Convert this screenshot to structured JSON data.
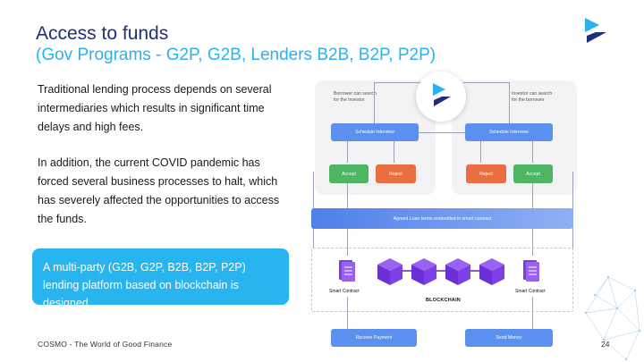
{
  "slide": {
    "title": "Access to funds",
    "subtitle": "(Gov Programs - G2P, G2B, Lenders B2B, B2P, P2P)",
    "paragraph1": "Traditional lending process depends on several intermediaries which results in significant time delays and high fees.",
    "paragraph2": "In addition, the current COVID pandemic has forced several business processes to halt, which has severely affected the opportunities to access the funds.",
    "callout": "A multi-party (G2B, G2P, B2B, B2P, P2P) lending platform based on blockchain is designed",
    "footer": "COSMO - The World of Good Finance",
    "page_number": "24"
  },
  "diagram": {
    "borrower_note": "Borrower can search for the Investor",
    "investor_note": "Investor can search for the borrower",
    "schedule_left": "Schedule Interview",
    "schedule_right": "Schedule Interview",
    "accept_left": "Accept",
    "reject_left": "Reject",
    "reject_right": "Reject",
    "accept_right": "Accept",
    "agreed": "Agreed Loan terms embedded in smart contract",
    "smart_contract_left": "Smart Contract",
    "smart_contract_right": "Smart Contract",
    "blockchain": "BLOCKCHAIN",
    "receive": "Receive Payment",
    "send": "Send Money"
  },
  "colors": {
    "title": "#1f2f7a",
    "subtitle": "#2cb1f0",
    "callout_bg": "#28b4ee",
    "box_blue": "#5b8ff0",
    "box_green": "#4eb563",
    "box_orange": "#ea6e3f",
    "cube": "#7a3fe0"
  }
}
